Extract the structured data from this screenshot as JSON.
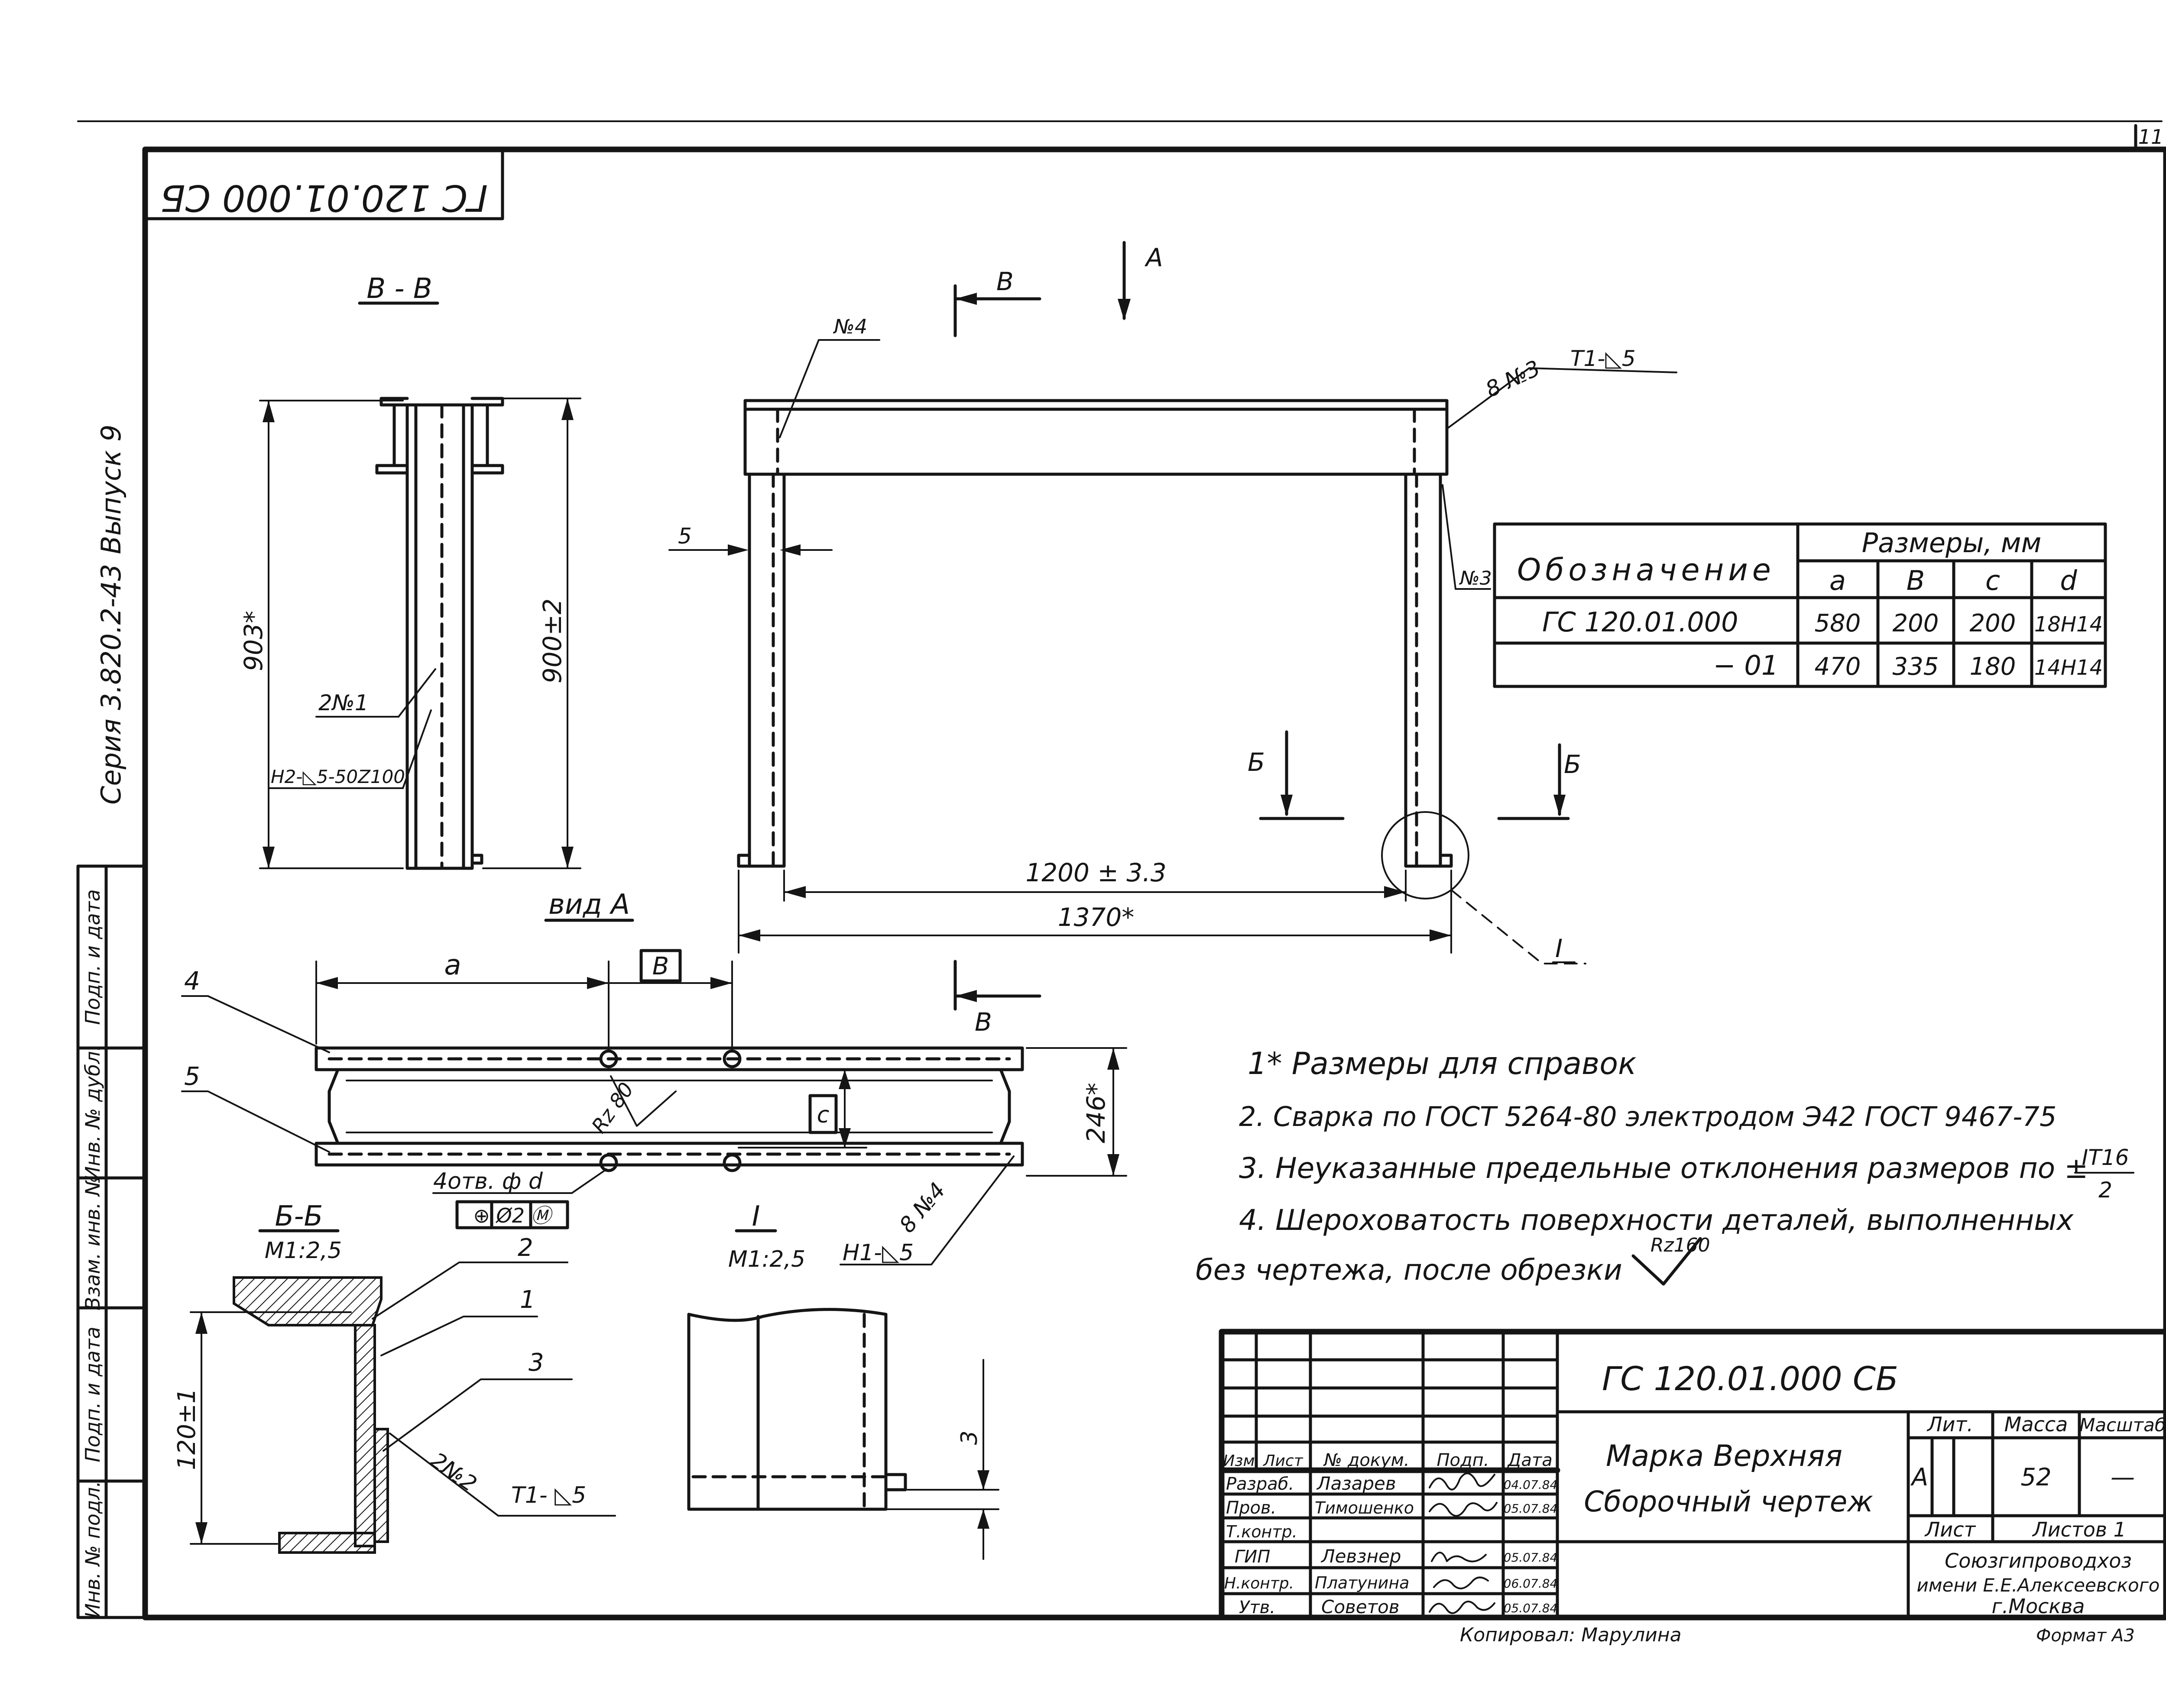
{
  "sheet_number": "11",
  "stamp_code": "ГС 120.01.000 СБ",
  "side_labels": {
    "series": "Серия 3.820.2-43",
    "issue": "Выпуск 9",
    "sign_date_1": "Подп. и дата",
    "dup_inv": "Инв. № дубл.",
    "replace_inv": "Взам. инв. №",
    "sign_date_2": "Подп. и дата",
    "orig_inv": "Инв. № подл."
  },
  "sections": {
    "bb": {
      "title": "В - В",
      "dim_left": "903*",
      "dim_right": "900±2",
      "weld_part": "2№1",
      "weld_spec": "Н2-◺5-50Z100"
    },
    "front": {
      "arrow_a": "А",
      "mark_b": "В",
      "leader_no4": "№4",
      "leader_8no3": "8 №3",
      "weld_t1": "Т1-◺5",
      "leader_no3": "№3",
      "dim_5": "5",
      "dim_1200": "1200 ± 3.3",
      "dim_1370": "1370*",
      "mark_6": "Б",
      "detail_I": "I"
    },
    "view_a": {
      "title": "вид А",
      "dim_a": "а",
      "dim_b": "В",
      "dim_c": "с",
      "dim_246": "246*",
      "part_4": "4",
      "part_5": "5",
      "rz80": "Rz 80",
      "holes": "4отв. ф d",
      "tolerance": "⊕ Ø2 Ⓜ",
      "leader_8no4": "8 №4",
      "weld_h1": "Н1-◺5"
    },
    "bs": {
      "title": "Б-Б",
      "scale": "М1:2,5",
      "dim_120": "120±1",
      "part_2": "2",
      "part_1": "1",
      "part_3": "3",
      "weld_part": "2№2",
      "weld_spec": "Т1- ◺5"
    },
    "detail": {
      "title": "I",
      "scale": "М1:2,5",
      "dim_3": "3"
    }
  },
  "size_table": {
    "designation_header": "Обозначение",
    "group_header": "Размеры, мм",
    "columns": [
      "а",
      "В",
      "с",
      "d"
    ],
    "rows": [
      {
        "name": "ГС 120.01.000",
        "values": [
          "580",
          "200",
          "200",
          "18Н14"
        ]
      },
      {
        "name": "− 01",
        "values": [
          "470",
          "335",
          "180",
          "14Н14"
        ]
      }
    ]
  },
  "notes": [
    "1* Размеры для справок",
    "2. Сварка по ГОСТ 5264-80 электродом Э42 ГОСТ 9467-75",
    "3. Неуказанные предельные отклонения размеров по ±",
    "4. Шероховатость поверхности деталей, выполненных",
    "без чертежа, после обрезки"
  ],
  "note3_fraction": {
    "num": "IT16",
    "den": "2"
  },
  "note4_roughness": "Rz160",
  "title_block": {
    "code": "ГС 120.01.000 СБ",
    "name_line1": "Марка Верхняя",
    "name_line2": "Сборочный чертеж",
    "head": [
      "Изм",
      "Лист",
      "№ докум.",
      "Подп.",
      "Дата"
    ],
    "staff": [
      {
        "role": "Разраб.",
        "name": "Лазарев",
        "date": "04.07.84"
      },
      {
        "role": "Пров.",
        "name": "Тимошенко",
        "date": "05.07.84"
      },
      {
        "role": "Т.контр.",
        "name": "",
        "date": ""
      },
      {
        "role": "ГИП",
        "name": "Левзнер",
        "date": "05.07.84"
      },
      {
        "role": "Н.контр.",
        "name": "Платунина",
        "date": "06.07.84"
      },
      {
        "role": "Утв.",
        "name": "Советов",
        "date": "05.07.84"
      }
    ],
    "lit_label": "Лит.",
    "mass_label": "Масса",
    "scale_label": "Масштаб",
    "lit_value": "А",
    "mass_value": "52",
    "scale_value": "—",
    "sheet_label": "Лист",
    "sheets_label": "Листов 1",
    "org_line1": "Союзгипроводхоз",
    "org_line2": "имени Е.Е.Алексеевского",
    "org_line3": "г.Москва",
    "copied_by": "Копировал:  Марулина",
    "format": "Формат А3"
  }
}
